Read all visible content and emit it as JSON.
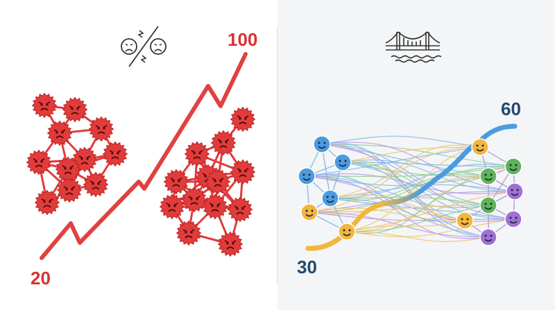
{
  "left_panel": {
    "start_value": "20",
    "end_value": "100",
    "top_icon": "broken-link-angry-faces-icon",
    "color": "#d93232"
  },
  "right_panel": {
    "start_value": "30",
    "end_value": "60",
    "top_icon": "bridge-icon",
    "color": "#24486e",
    "node_colors": {
      "blue": "#4b9be0",
      "orange": "#f2b63d",
      "green": "#5fb35c",
      "purple": "#a070d6"
    },
    "path_gradient": [
      "#f2b63d",
      "#4b9be0"
    ]
  }
}
